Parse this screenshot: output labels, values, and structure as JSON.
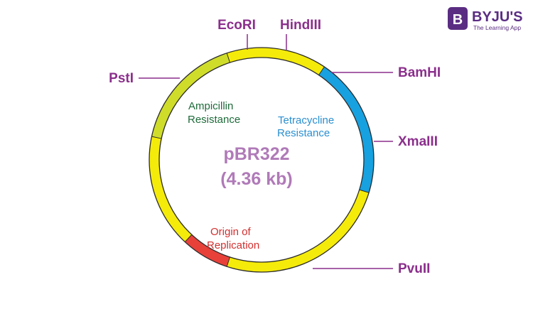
{
  "plasmid": {
    "name": "pBR322",
    "size": "(4.36 kb)"
  },
  "regions": {
    "ampicillin": {
      "line1": "Ampicillin",
      "line2": "Resistance",
      "color": "#1e6b3a"
    },
    "tetracycline": {
      "line1": "Tetracycline",
      "line2": "Resistance",
      "color": "#2a8fd0"
    },
    "origin": {
      "line1": "Origin of",
      "line2": "Replication",
      "color": "#d32f2f"
    }
  },
  "sites": {
    "ecori": "EcoRI",
    "hindiii": "HindIII",
    "bamhi": "BamHI",
    "xmaiii": "XmaIII",
    "pvuii": "PvuII",
    "psti": "PstI"
  },
  "brand": {
    "name": "BYJU'S",
    "tagline": "The Learning App",
    "logo_letter": "B",
    "color": "#5a2d82"
  },
  "colors": {
    "ring_yellow": "#f5eb0a",
    "ring_green": "#cfdd2a",
    "ring_blue": "#17a1e0",
    "ring_red": "#e8413a",
    "ring_outline": "#2b2b2b",
    "site_label": "#8b2f8c",
    "marker_line": "#8b2f8c"
  }
}
